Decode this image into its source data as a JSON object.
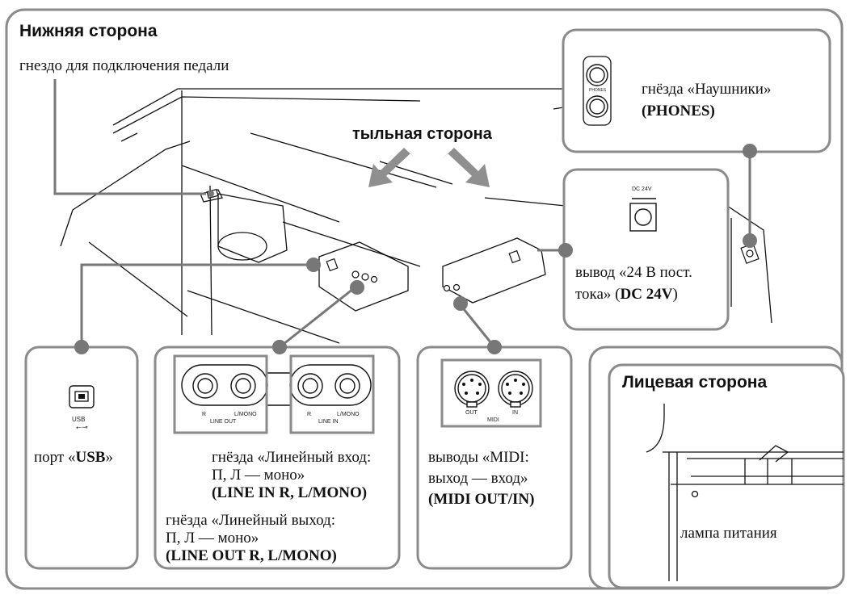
{
  "bottom_panel": {
    "title": "Нижняя сторона",
    "pedal_label": "гнездо для подключения педали",
    "rear_label": "тыльная сторона",
    "phones": {
      "line1": "гнёзда «Наушники»",
      "code": "(PHONES)",
      "jack_text": "PHONES"
    },
    "dc": {
      "line1": "вывод «24 В пост.",
      "line2_prefix": "тока» (",
      "code": "DC 24V",
      "line2_suffix": ")",
      "jack_text": "DC 24V"
    },
    "usb": {
      "prefix": "порт «",
      "code": "USB",
      "suffix": "»",
      "jack_text": "USB"
    },
    "line_in": {
      "line1": "гнёзда «Линейный вход:",
      "line2": "П, Л — моно»",
      "code_line": "(LINE IN R, L/MONO)",
      "jack_r": "R",
      "jack_l": "L/MONO",
      "group": "LINE IN"
    },
    "line_out": {
      "line1": "гнёзда «Линейный выход:",
      "line2": "П, Л — моно»",
      "code_line": "(LINE OUT R, L/MONO)",
      "jack_r": "R",
      "jack_l": "L/MONO",
      "group": "LINE OUT"
    },
    "midi": {
      "line1": "выводы «MIDI:",
      "line2": "выход — вход»",
      "code_line": "(MIDI OUT/IN)",
      "jack_out": "OUT",
      "jack_in": "IN",
      "group": "MIDI"
    }
  },
  "front_panel": {
    "title": "Лицевая сторона",
    "power_label": "лампа питания"
  },
  "colors": {
    "frame": "#8a8a8a",
    "leader": "#777777",
    "arrow": "#8f8f8f",
    "line": "#111111"
  }
}
